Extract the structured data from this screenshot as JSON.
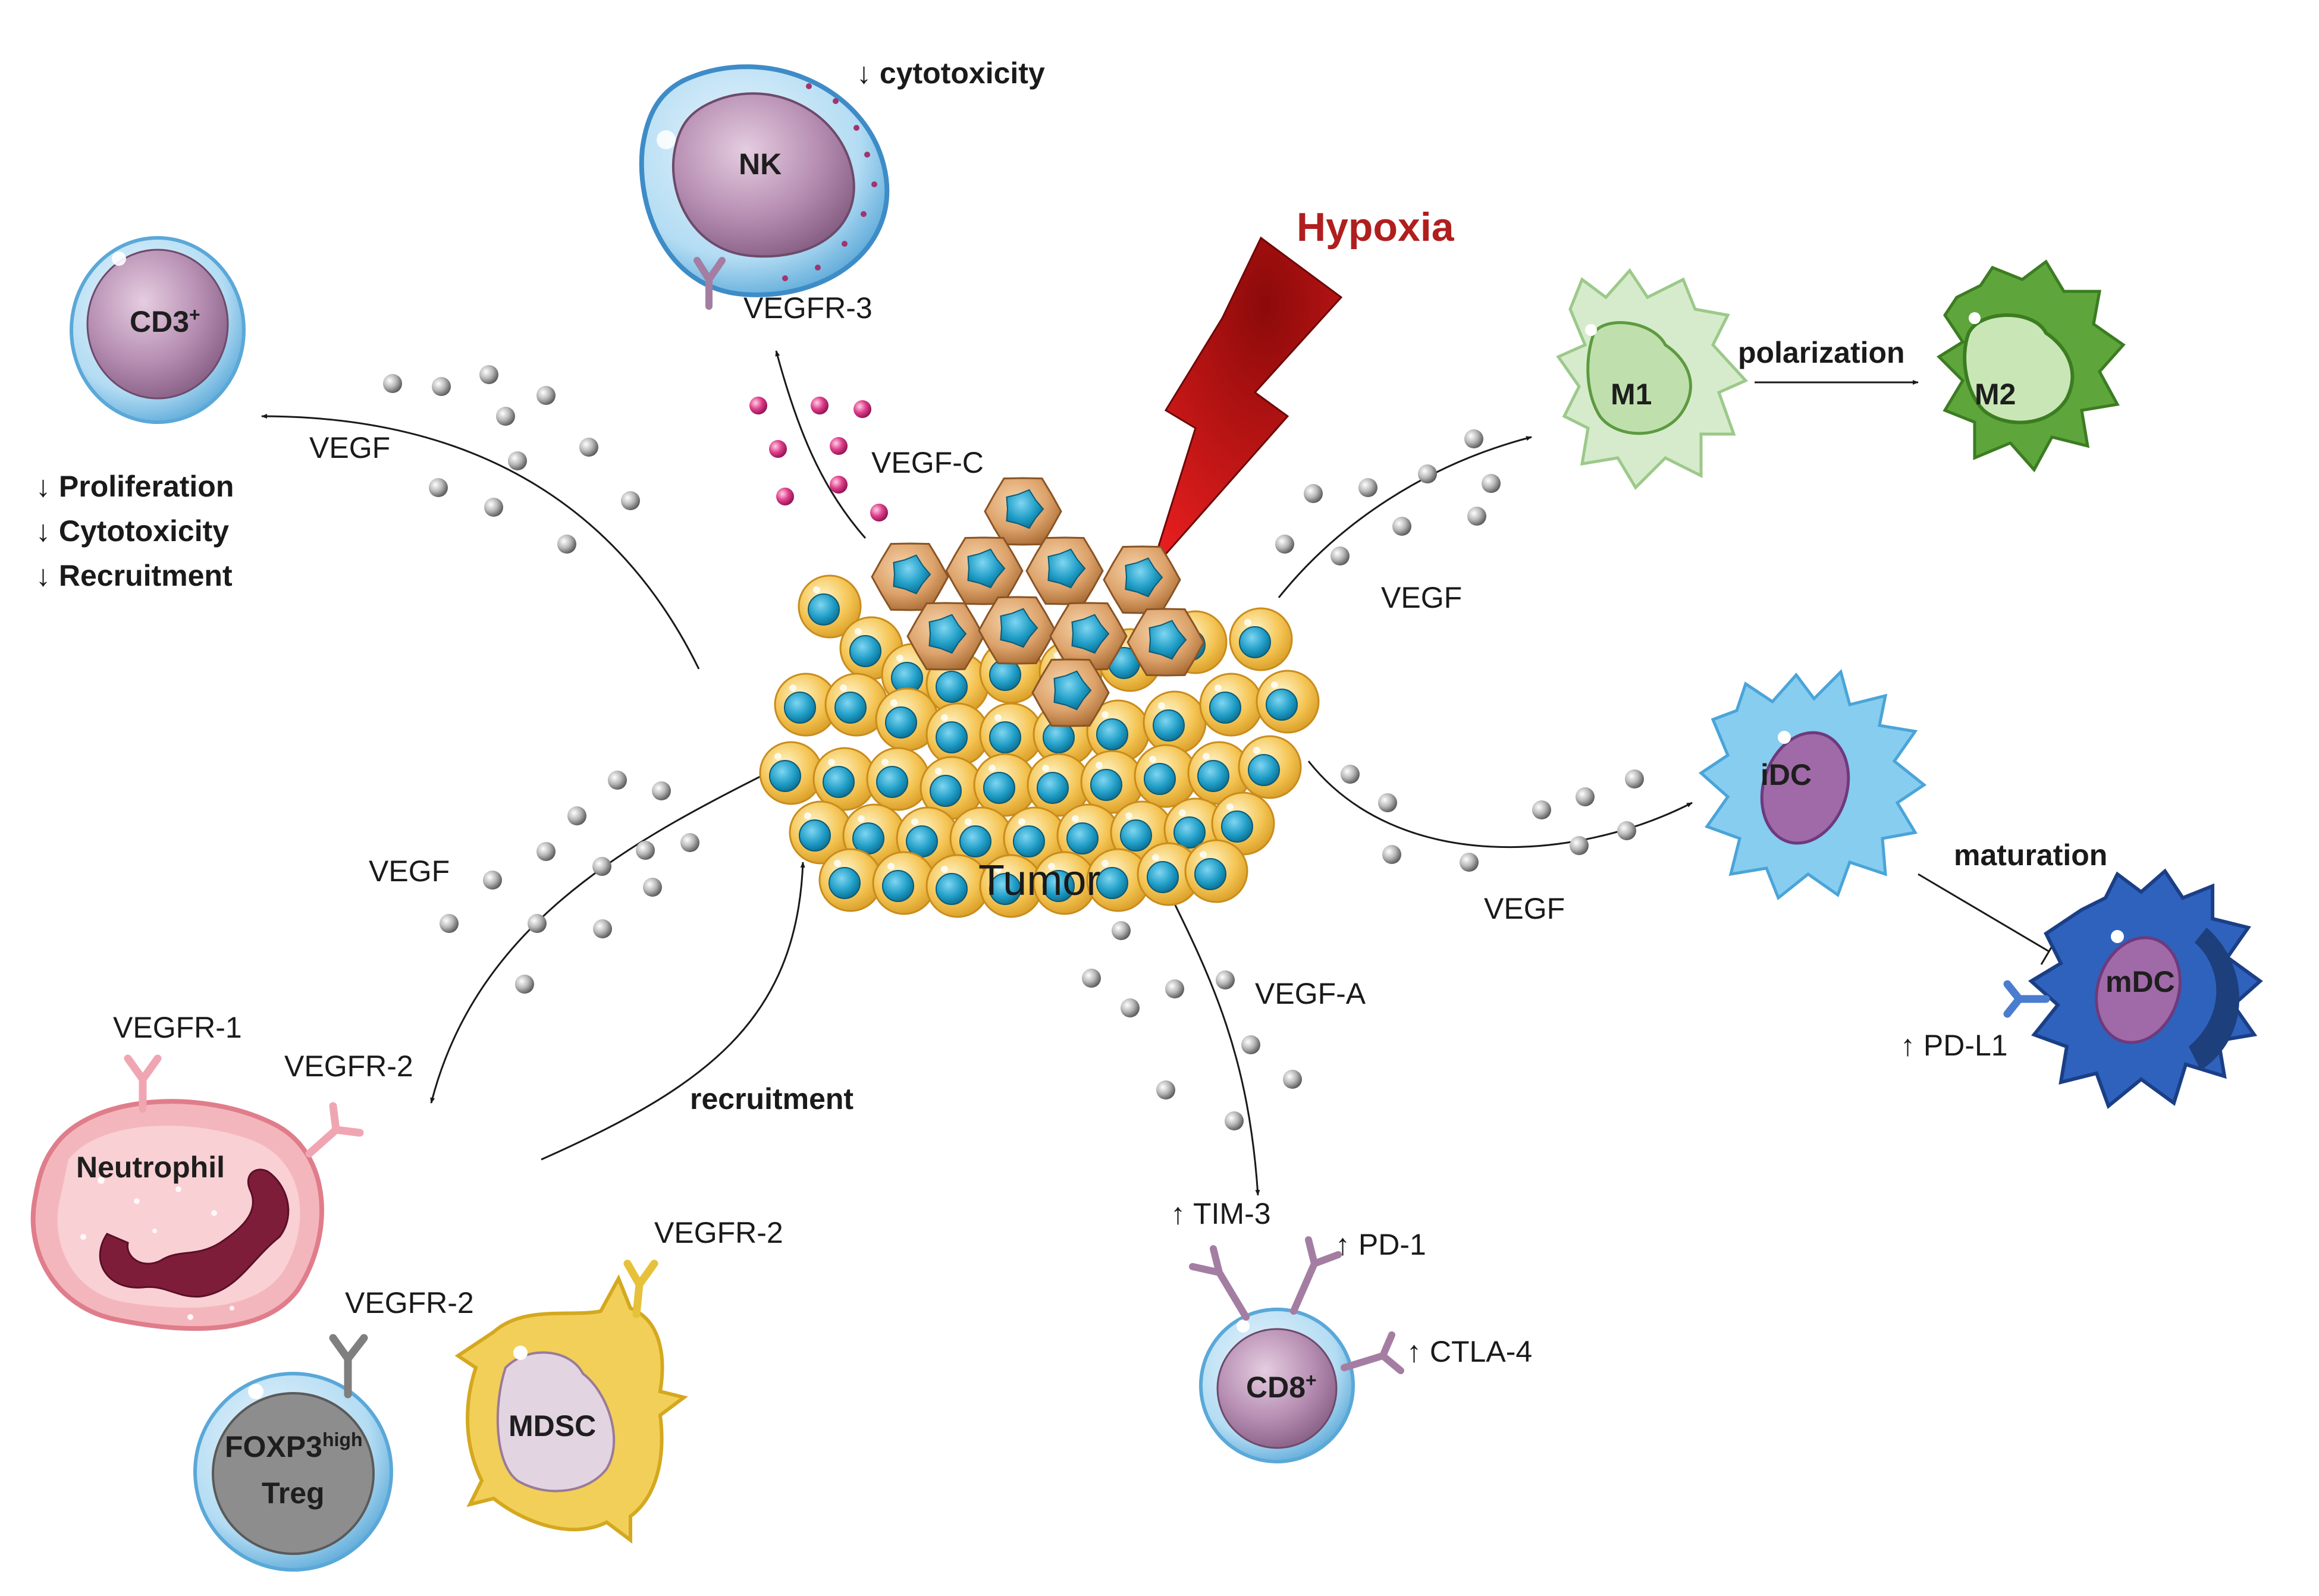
{
  "hypoxia": "Hypoxia",
  "tumor": "Tumor",
  "nk": {
    "cell": "NK",
    "receptor": "VEGFR-3",
    "effect": "↓ cytotoxicity"
  },
  "cd3": {
    "cell_main": "CD3",
    "cell_sup": "+",
    "effects": [
      "↓ Proliferation",
      "↓ Cytotoxicity",
      "↓ Recruitment"
    ],
    "signal": "VEGF"
  },
  "vegf_c": "VEGF-C",
  "macrophage": {
    "m1": "M1",
    "m2": "M2",
    "process": "polarization",
    "signal": "VEGF"
  },
  "dc": {
    "idc": "iDC",
    "mdc": "mDC",
    "process": "maturation",
    "marker": "↑ PD-L1",
    "signal": "VEGF"
  },
  "neutrophil": {
    "cell": "Neutrophil",
    "receptors": [
      "VEGFR-1",
      "VEGFR-2"
    ],
    "signal": "VEGF",
    "process": "recruitment"
  },
  "treg": {
    "line1_main": "FOXP3",
    "line1_sup": "high",
    "line2": "Treg",
    "receptor": "VEGFR-2"
  },
  "mdsc": {
    "cell": "MDSC",
    "receptor": "VEGFR-2"
  },
  "cd8": {
    "cell_main": "CD8",
    "cell_sup": "+",
    "signal": "VEGF-A",
    "markers": [
      "↑ TIM-3",
      "↑ PD-1",
      "↑ CTLA-4"
    ]
  },
  "colors": {
    "hypoxia_red": "#b01e1e",
    "tumor_yellow": "#f2c14e",
    "tumor_nucleus": "#1e9bc4",
    "tumor_dark_cell": "#d9a06a",
    "nk_blue": "#6fb5e6",
    "lymph_purple": "#a47ea2",
    "m1_green": "#cfe6c4",
    "m2_green": "#58a035",
    "idc_blue": "#7ec8ee",
    "mdc_blue": "#2f5fb8",
    "neutrophil_pink": "#f3b3bb",
    "mdsc_yellow": "#f0cd55",
    "treg_gray": "#8a8a8a",
    "vegf_gray": "#8c8c8c",
    "vegfc_magenta": "#d12a7a"
  }
}
